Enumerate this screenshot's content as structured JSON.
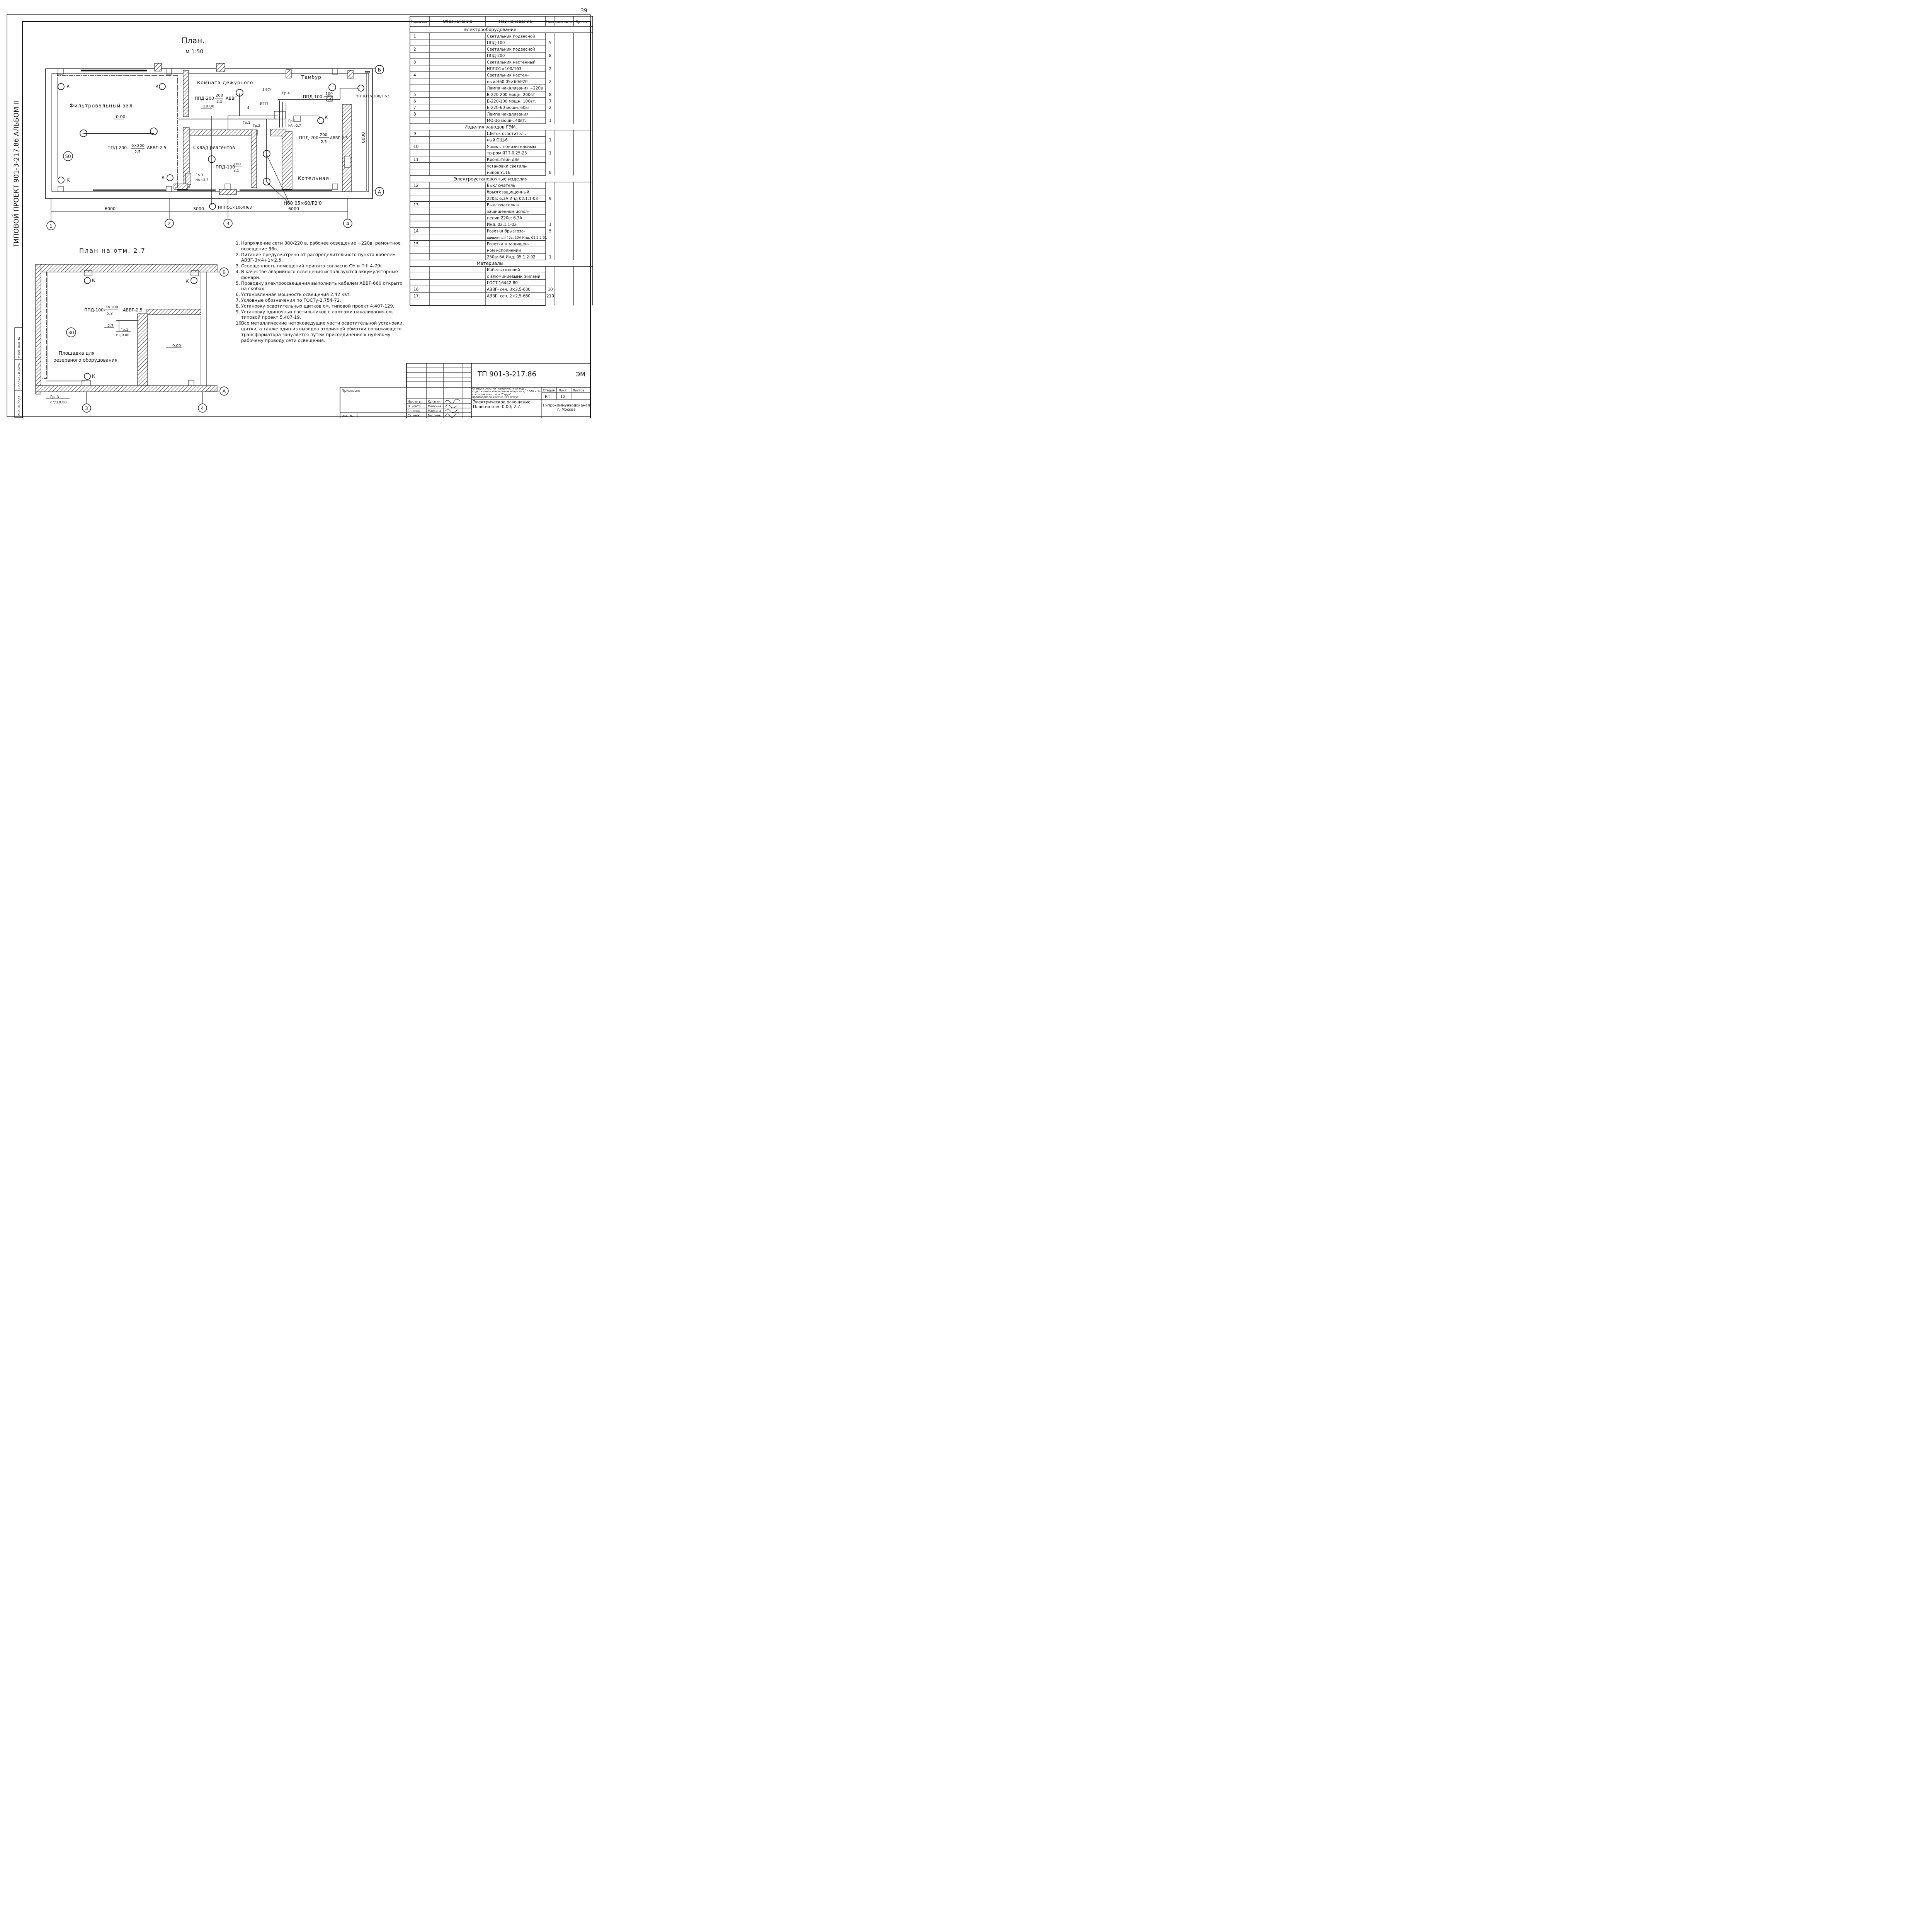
{
  "sheet": {
    "page_no": "39",
    "album_label": "ТИПОВОЙ ПРОЕКТ 901-3-217.86 АЛЬБОМ II"
  },
  "plan_main": {
    "title": "План.",
    "scale": "м 1:50",
    "rooms": {
      "filter_hall": "Фильтровальный зал",
      "duty_room": "Комната дежурного",
      "vestibule": "Тамбур",
      "storage": "Склад реагентов",
      "boiler": "Котельная"
    },
    "levels": {
      "filter": "0.00",
      "duty": "±0.00"
    },
    "room_number": "50",
    "labels": {
      "ppd_hall": "ППД-200-",
      "ppd_hall_frac_top": "6×200",
      "ppd_hall_frac_bot": "2,5",
      "ppd_hall_cable": "АВВГ-2.5",
      "ppd_duty": "ППД-200",
      "ppd_duty_frac_top": "200",
      "ppd_duty_frac_bot": "2.5",
      "ppd_duty_cable": "АВВГ",
      "ppd_vest": "ППД-100-",
      "ppd_vest_frac_top": "100",
      "ppd_vest_frac_bot": "2.5",
      "ppd_boiler": "ППД-200-",
      "ppd_boiler_frac_top": "200",
      "ppd_boiler_frac_bot": "2,5",
      "ppd_boiler_cable": "АВВГ-2,5",
      "ppd_store": "ППД-100",
      "ppd_store_frac_top": "100",
      "ppd_store_frac_bot": "2,5",
      "nppo_top": "НППО1×100/П63",
      "nppo_bottom": "НППО1×100/П63",
      "n60": "Н60 05×60/Р2'0",
      "shcho": "ЩО",
      "ytp": "ЯТП",
      "gr4": "Гр.4",
      "gr1": "Гр.1",
      "gr2": "Гр.2",
      "gr1_on": "Гр.1",
      "gr1_on_lvl": "НА ▽2.7",
      "gr3_on": "Гр.3",
      "gr3_on_lvl": "НА ▽2,7",
      "three": "3",
      "k": "К",
      "b": "Б",
      "a": "А"
    },
    "dims": {
      "d1": "6000",
      "d2": "3000",
      "d3": "6000",
      "d_vert": "6000"
    },
    "axes": [
      "1",
      "2",
      "3",
      "4"
    ]
  },
  "plan_upper": {
    "title": "План на отм. 2.7",
    "room_number": "30",
    "room_name_1": "Площадка для",
    "room_name_2": "резервного оборудования",
    "level": "0.00",
    "labels": {
      "ppd": "ППД-100-",
      "ppd_frac_top": "3×100",
      "ppd_frac_bot": "5.2",
      "ppd_cable": "АВВГ-2,5",
      "lvl_27": "2.7",
      "gr1": "Гр.1",
      "gr1_lvl": "с ▽0.00",
      "gr3": "Гр. 3",
      "gr3_lvl": "с ▽±0.00",
      "k": "К",
      "b": "Б",
      "a": "А"
    },
    "axes": [
      "3",
      "4"
    ]
  },
  "notes": [
    {
      "n": "1.",
      "t": "Напряжение сети 380/220 в, рабочее освещение ~220в, ремонтное освещение 36в."
    },
    {
      "n": "2.",
      "t": "Питание предусмотрено от распределительного пункта кабелем АВВГ-3×4+1×2,5."
    },
    {
      "n": "3.",
      "t": "Освещенность помещений принята согласно СН и П II 4-79г."
    },
    {
      "n": "4.",
      "t": "В качестве аварийного освещения используются аккумуляторные фонари."
    },
    {
      "n": "5.",
      "t": "Проводку электроосвещения выполнить кабелем АВВГ-660 открыто на скобах."
    },
    {
      "n": "6.",
      "t": "Установленная мощность освещения 2.42 квт."
    },
    {
      "n": "7.",
      "t": "Условные обозначения по ГОСТу-2.754-72."
    },
    {
      "n": "8.",
      "t": "Установку осветительных щитков см. типовой проект 4.407-129."
    },
    {
      "n": "9.",
      "t": "Установку одиночных светильников с лампами накаливания см. типовой проект 5.407-19."
    },
    {
      "n": "10.",
      "t": "Все металлические нетоковедущие части осветительной установки, щитки, а также один из выводов вторичной обмотки понижающего трансформатора зануляется путем присоединения к нулевому рабочему проводу сети освещения."
    }
  ],
  "spec_table": {
    "headers": [
      "Марка поз.",
      "Обозначение",
      "Наименование",
      "Кол.",
      "Масса ед. кг.",
      "Примеч."
    ],
    "rows": [
      {
        "type": "section",
        "text": "Электрооборудование."
      },
      {
        "pos": "1",
        "name": "Светильник подвесной",
        "qty": ""
      },
      {
        "pos": "",
        "name": "ППД-100",
        "qty": "5"
      },
      {
        "pos": "2",
        "name": "Светильник подвесной",
        "qty": ""
      },
      {
        "pos": "",
        "name": "ППД-200",
        "qty": "8"
      },
      {
        "pos": "3",
        "name": "Светильник настенный",
        "qty": ""
      },
      {
        "pos": "",
        "name": "НППО1×100/П63",
        "qty": "2"
      },
      {
        "pos": "4",
        "name": "Светильник настен-",
        "qty": ""
      },
      {
        "pos": "",
        "name": "ный Н60 05×60/Р20",
        "qty": "2"
      },
      {
        "pos": "",
        "name": "Лампа накаливания ~220в",
        "qty": ""
      },
      {
        "pos": "5",
        "name": "Б-220-200 мощн. 200вт",
        "qty": "8"
      },
      {
        "pos": "6",
        "name": "Б-220-100 мощн. 100вт.",
        "qty": "7"
      },
      {
        "pos": "7",
        "name": "Б-220-60 мощн. 60вт",
        "qty": "2"
      },
      {
        "pos": "8",
        "name": "Лампа накаливания",
        "qty": ""
      },
      {
        "pos": "",
        "name": "МО-36 мощн. 40вт.",
        "qty": "1"
      },
      {
        "type": "section",
        "text": "Изделия заводов ГЭМ."
      },
      {
        "pos": "9",
        "name": "Щиток осветитель-",
        "qty": ""
      },
      {
        "pos": "",
        "name": "ный ОЩ-6",
        "qty": "1"
      },
      {
        "pos": "10",
        "name": "Ящик с понизительным",
        "qty": ""
      },
      {
        "pos": "",
        "name": "тр-ром ЯТП-0,25-23",
        "qty": "1"
      },
      {
        "pos": "11",
        "name": "Кронштейн для",
        "qty": ""
      },
      {
        "pos": "",
        "name": "установки светиль-",
        "qty": ""
      },
      {
        "pos": "",
        "name": "ников У116",
        "qty": "8"
      },
      {
        "type": "section",
        "text": "Электроустановочные изделия"
      },
      {
        "pos": "12",
        "name": "Выключатель",
        "qty": ""
      },
      {
        "pos": "",
        "name": "брызгозащищенный",
        "qty": ""
      },
      {
        "pos": "",
        "name": "220в; 6,3А Инд 02.1.1-03",
        "qty": "9"
      },
      {
        "pos": "13",
        "name": "Выключатель в",
        "qty": ""
      },
      {
        "pos": "",
        "name": "защищенном испол-",
        "qty": ""
      },
      {
        "pos": "",
        "name": "нении 220в; 6,3А",
        "qty": ""
      },
      {
        "pos": "",
        "name": "Инд. 02.1.1-02",
        "qty": "1"
      },
      {
        "pos": "14",
        "name": "Розетка брызгоза-",
        "qty": "5"
      },
      {
        "pos": "",
        "name": "щищенная 42в, 10А Инд. 05.2.2-01",
        "qty": ""
      },
      {
        "pos": "15",
        "name": "Розетка в защищен-",
        "qty": ""
      },
      {
        "pos": "",
        "name": "ном исполнении",
        "qty": ""
      },
      {
        "pos": "",
        "name": "250в; 6А Инд. 05.1.2-02",
        "qty": "1"
      },
      {
        "type": "section",
        "text": "Материалы."
      },
      {
        "pos": "",
        "name": "Кабель силовой",
        "qty": ""
      },
      {
        "pos": "",
        "name": "с алюминиевыми жилами",
        "qty": ""
      },
      {
        "pos": "",
        "name": "ГОСТ 16442-80",
        "qty": ""
      },
      {
        "pos": "16",
        "name": "АВВГ- сеч. 3×2,5-600",
        "qty": "10"
      },
      {
        "pos": "17.",
        "name": "АВВГ- сеч. 2×2,5-660",
        "qty": "210"
      },
      {
        "pos": "",
        "name": "",
        "qty": ""
      }
    ]
  },
  "title_block": {
    "code": "ТП 901-3-217.86",
    "mark": "ЭМ",
    "bound": "Привязан:",
    "inv": "Инв. №",
    "roles": [
      "Нач. отд.",
      "Н. контр.",
      "Гл. спец.",
      "Ст. инж."
    ],
    "names": [
      "Кулагин",
      "Малкина",
      "Малкина",
      "Бердник"
    ],
    "project_desc": "Станция очистки поверхностных вод с содержанием взвешенных веществ до 1000 мг/л с установками типа \"Струя\" производительностью 100 м³/сут.",
    "stage_h": "Стадия",
    "sheet_h": "Лист",
    "sheets_h": "Листов",
    "stage": "РП",
    "sheet": "12",
    "sheets": "",
    "drawing_title": "Электрическое освещение. План на отм. 0.00; 2.7.",
    "org": "Гипрокоммунводоканал г. Москва"
  },
  "left_stamp": [
    "Инв. № подл.",
    "Подпись и дата",
    "Взам. инв. №"
  ]
}
